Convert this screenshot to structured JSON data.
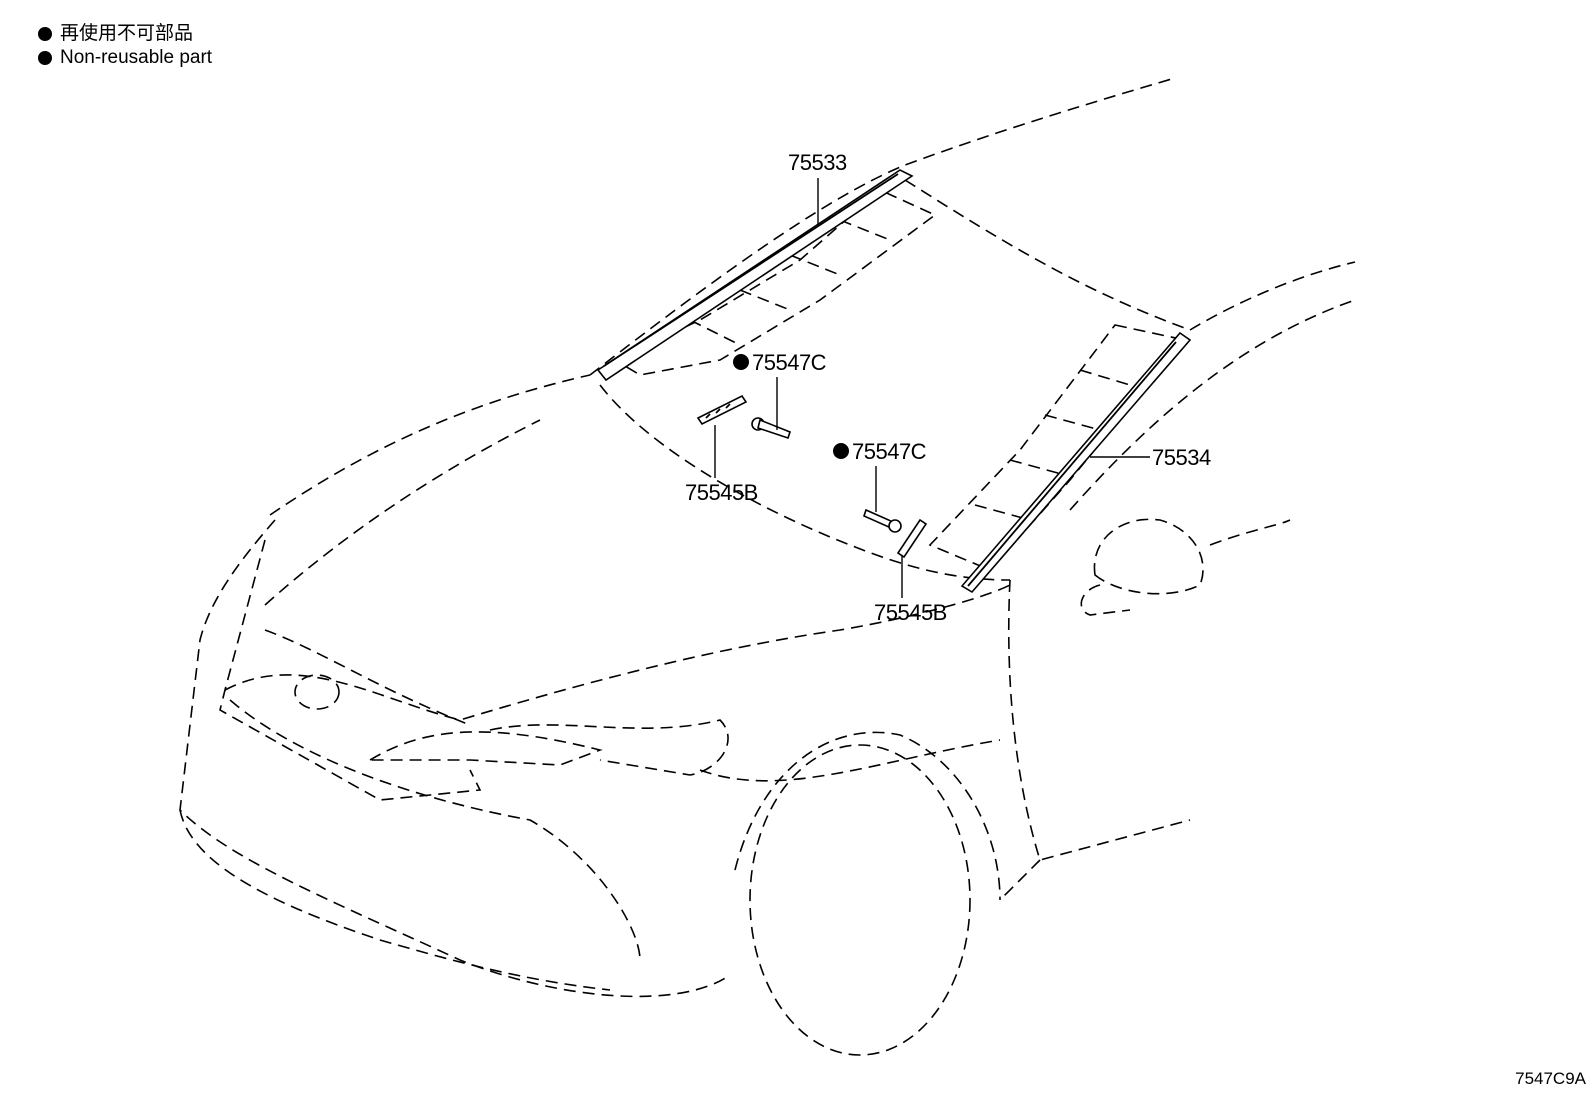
{
  "legend": {
    "items": [
      {
        "text": "再使用不可部品"
      },
      {
        "text": "Non-reusable part"
      }
    ]
  },
  "callouts": {
    "p75533": "75533",
    "p75534": "75534",
    "p75547c_left": "75547C",
    "p75547c_right": "75547C",
    "p75545b_left": "75545B",
    "p75545b_right": "75545B"
  },
  "figure_id": "7547C9A"
}
